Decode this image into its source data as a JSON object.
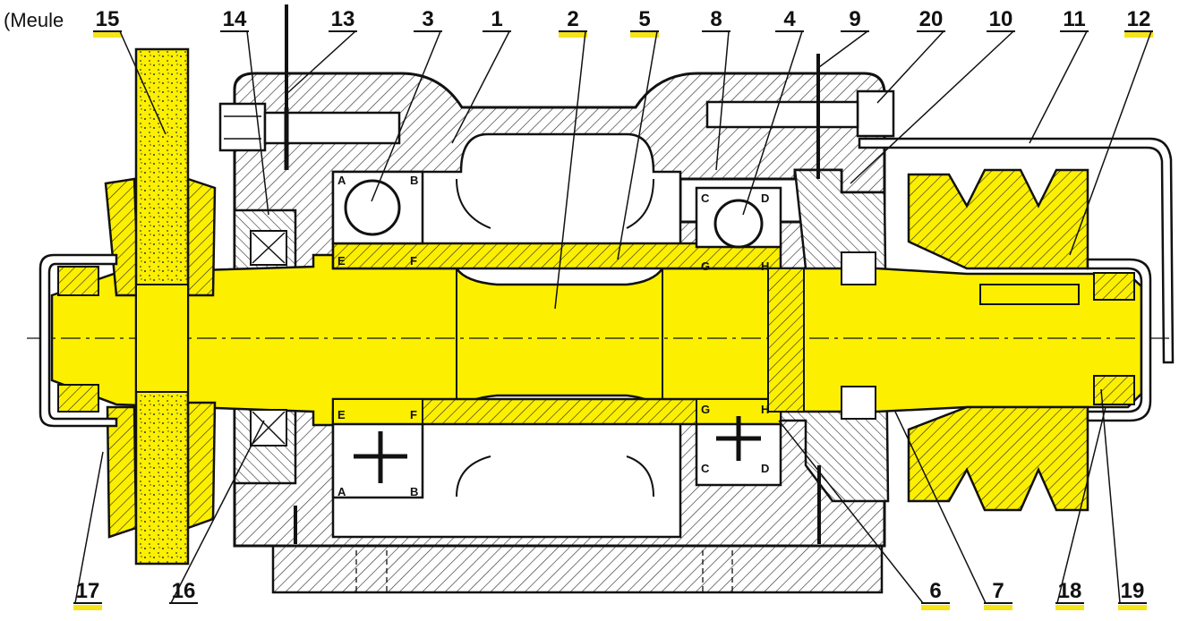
{
  "caption": "(Meule",
  "colors": {
    "part": "#fcf000",
    "highlight": "#f6e41a",
    "ink": "#111111",
    "hatch": "#333333"
  },
  "callouts_top": [
    "15",
    "14",
    "13",
    "3",
    "1",
    "2",
    "5",
    "8",
    "4",
    "9",
    "20",
    "10",
    "11",
    "12"
  ],
  "callouts_bottom": [
    "17",
    "16",
    "6",
    "7",
    "18",
    "19"
  ],
  "highlighted_numbers": [
    "15",
    "2",
    "5",
    "12",
    "17",
    "6",
    "7",
    "18",
    "19"
  ],
  "point_labels": {
    "upper": [
      "A",
      "B",
      "E",
      "F",
      "C",
      "D",
      "G",
      "H"
    ],
    "lower": [
      "E",
      "F",
      "A",
      "B",
      "G",
      "H",
      "C",
      "D"
    ]
  }
}
